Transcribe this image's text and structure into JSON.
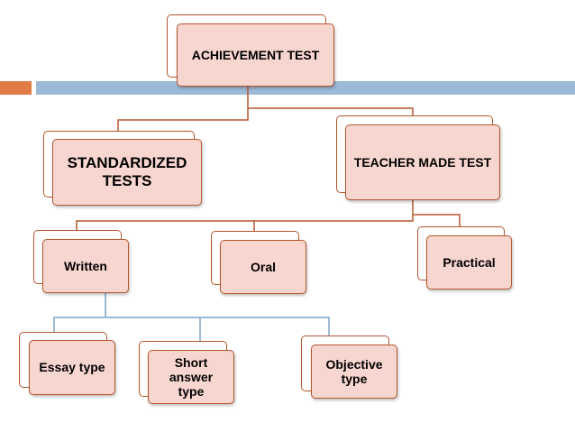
{
  "nodes": {
    "achievement_test": "ACHIEVEMENT TEST",
    "standardized_tests": "STANDARDIZED TESTS",
    "teacher_made_test": "TEACHER MADE TEST",
    "written": "Written",
    "oral": "Oral",
    "practical": "Practical",
    "essay_type": "Essay type",
    "short_answer_type": "Short answer type",
    "objective_type": "Objective type"
  },
  "colors": {
    "box_fill": "#f7d6cf",
    "box_border": "#b5562e",
    "connector_brown": "#b5562e",
    "connector_blue": "#9cbad7",
    "bar_accent": "#e07b45",
    "bar_main": "#9cbad7"
  }
}
